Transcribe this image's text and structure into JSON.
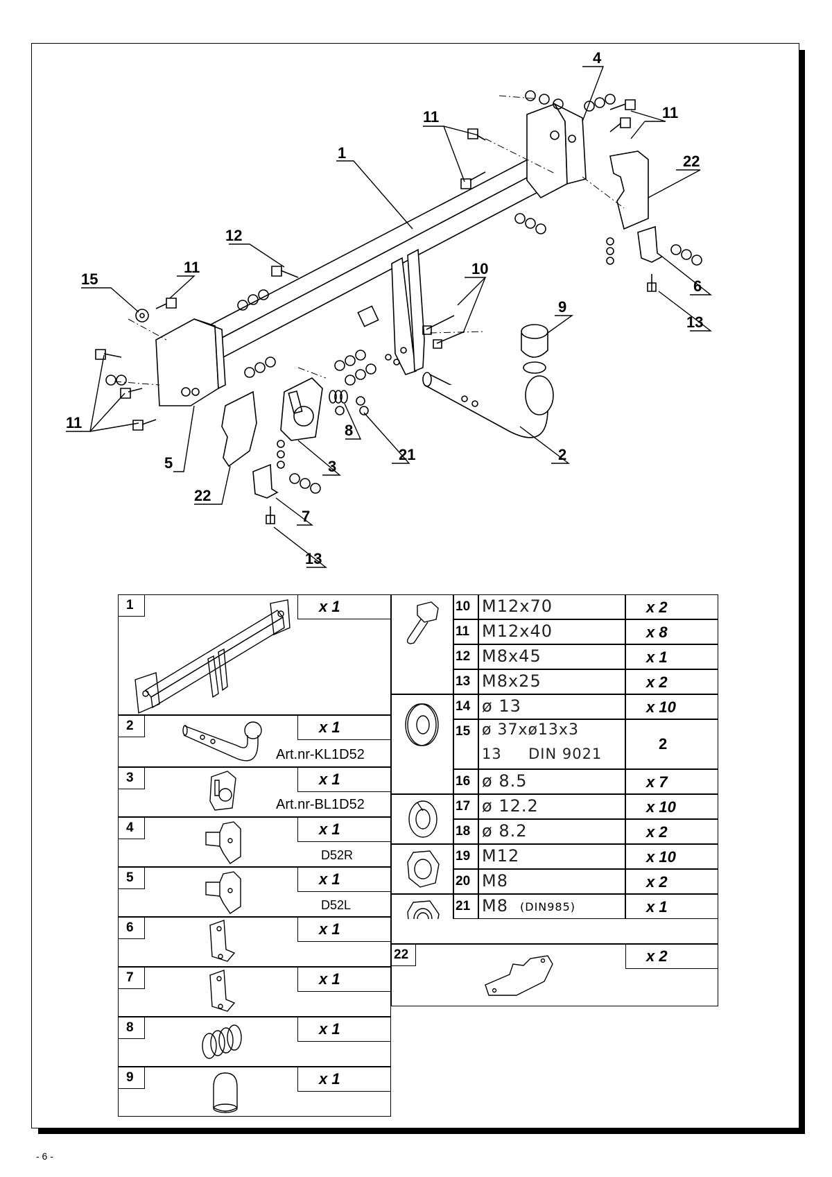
{
  "callouts": {
    "c1": "1",
    "c2": "2",
    "c3": "3",
    "c4": "4",
    "c5": "5",
    "c6": "6",
    "c7": "7",
    "c8": "8",
    "c9": "9",
    "c10": "10",
    "c11a": "11",
    "c11b": "11",
    "c11c": "11",
    "c11d": "11",
    "c12": "12",
    "c13a": "13",
    "c13b": "13",
    "c15": "15",
    "c21": "21",
    "c22a": "22",
    "c22b": "22"
  },
  "parts_left": [
    {
      "num": "1",
      "qty": "x 1",
      "extra": ""
    },
    {
      "num": "2",
      "qty": "x 1",
      "extra": "Art.nr-KL1D52"
    },
    {
      "num": "3",
      "qty": "x 1",
      "extra": "Art.nr-BL1D52"
    },
    {
      "num": "4",
      "qty": "x 1",
      "extra": "D52R"
    },
    {
      "num": "5",
      "qty": "x 1",
      "extra": "D52L"
    },
    {
      "num": "6",
      "qty": "x 1",
      "extra": ""
    },
    {
      "num": "7",
      "qty": "x 1",
      "extra": ""
    },
    {
      "num": "8",
      "qty": "x 1",
      "extra": ""
    },
    {
      "num": "9",
      "qty": "x 1",
      "extra": ""
    }
  ],
  "parts_right": [
    {
      "num": "10",
      "spec": "M12x70",
      "qty": "x 2"
    },
    {
      "num": "11",
      "spec": "M12x40",
      "qty": "x 8"
    },
    {
      "num": "12",
      "spec": "M8x45",
      "qty": "x 1"
    },
    {
      "num": "13",
      "spec": "M8x25",
      "qty": "x 2"
    },
    {
      "num": "14",
      "spec": "ø 13",
      "qty": "x 10"
    },
    {
      "num": "15",
      "spec": "ø 37xø13x3",
      "spec2": "13     DIN 9021",
      "qty": "2"
    },
    {
      "num": "16",
      "spec": "ø 8.5",
      "qty": "x 7"
    },
    {
      "num": "17",
      "spec": "ø 12.2",
      "qty": "x 10"
    },
    {
      "num": "18",
      "spec": "ø 8.2",
      "qty": "x 2"
    },
    {
      "num": "19",
      "spec": "M12",
      "qty": "x 10"
    },
    {
      "num": "20",
      "spec": "M8",
      "qty": "x 2"
    },
    {
      "num": "21",
      "spec": "M8",
      "spec_note": "(DIN985)",
      "qty": "x 1"
    },
    {
      "num": "22",
      "spec": "",
      "qty": "x 2"
    }
  ],
  "footer": "- 6 -"
}
